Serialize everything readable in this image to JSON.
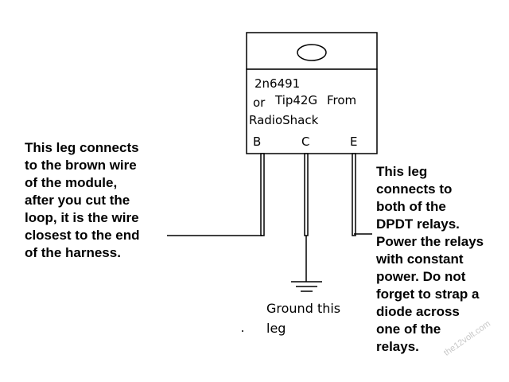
{
  "transistor": {
    "part_line1": "2n6491",
    "part_line2_or": "or",
    "part_line2_alt": "Tip42G",
    "part_line2_from": "From",
    "part_line3": "RadioShack",
    "pins": {
      "base": "B",
      "collector": "C",
      "emitter": "E"
    }
  },
  "left_note": {
    "lines": [
      "This leg connects",
      "to the brown wire",
      "of the module,",
      "after you cut the",
      "loop, it is the wire",
      "closest to the end",
      "of the harness."
    ]
  },
  "right_note": {
    "lines": [
      "This leg",
      "connects to",
      "both of the",
      "DPDT relays.",
      "Power the relays",
      "with constant",
      "power.  Do not",
      "forget to strap a",
      "diode across",
      "one of the",
      "relays."
    ]
  },
  "ground_note": {
    "lines": [
      "Ground this",
      "leg"
    ]
  },
  "watermark": "the12volt.com"
}
